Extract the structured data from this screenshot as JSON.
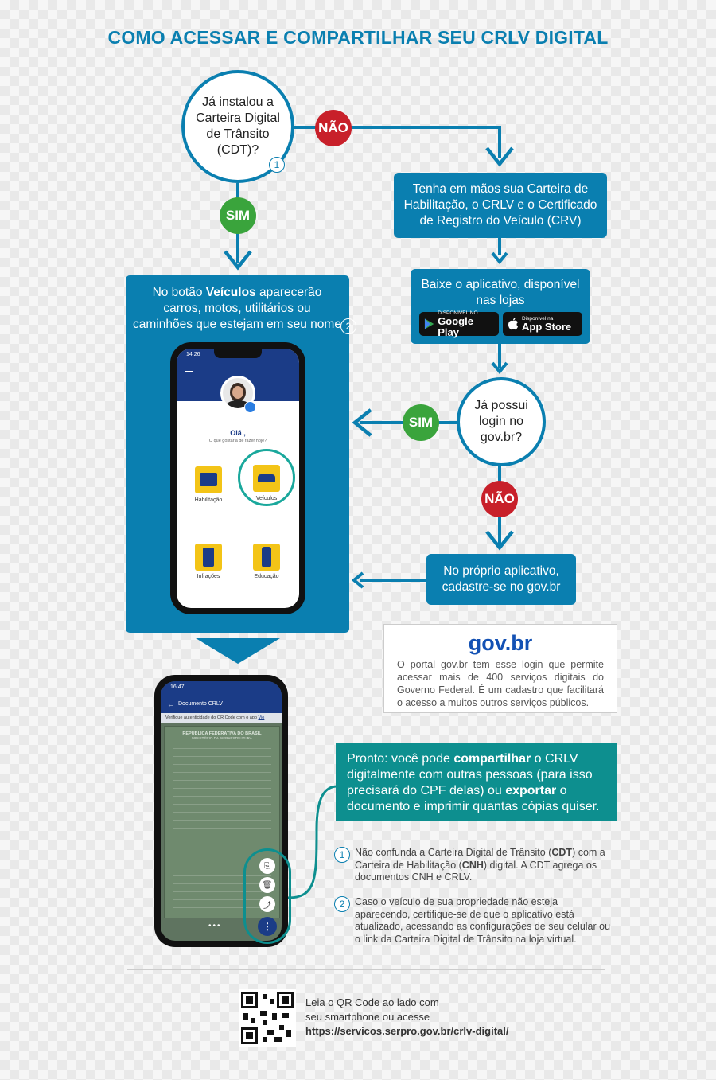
{
  "title": "COMO ACESSAR E COMPARTILHAR SEU CRLV DIGITAL",
  "q1": {
    "text": "Já instalou a Carteira Digital de Trânsito (CDT)?",
    "num": "1"
  },
  "q2": {
    "text": "Já possui login no gov.br?"
  },
  "badges": {
    "nao": "NÃO",
    "sim": "SIM"
  },
  "box_docs": "Tenha em mãos sua Carteira de Habilitação, o CRLV e o Certificado de Registro do Veículo (CRV)",
  "box_app": "Baixe o aplicativo, disponível nas lojas",
  "stores": {
    "google_small": "DISPONÍVEL NO",
    "google_big": "Google Play",
    "apple_small": "Disponível na",
    "apple_big": "App Store"
  },
  "box_vehicles": {
    "pre": "No botão ",
    "bold": "Veículos",
    "post": " aparecerão carros, motos, utilitários ou caminhões que estejam em seu nome",
    "num": "2"
  },
  "box_register": "No próprio aplicativo, cadastre-se no gov.br",
  "govbr": {
    "logo": "gov.br",
    "text": "O portal gov.br tem esse login que permite acessar mais de 400 serviços digitais do Governo Federal. É um cadastro que facilitará o acesso a muitos outros serviços públicos."
  },
  "phone1": {
    "time": "14:26",
    "greeting": "Olá ,",
    "subgreeting": "O que gostaria de fazer hoje?",
    "tiles": [
      "Habilitação",
      "Veículos",
      "Infrações",
      "Educação"
    ]
  },
  "phone2": {
    "time": "16:47",
    "header": "Documento CRLV",
    "banner": "Verifique autenticidade do QR Code com o app",
    "banner_link": "Vio",
    "doc_title": "REPÚBLICA FEDERATIVA DO BRASIL",
    "doc_sub": "MINISTÉRIO DA INFRAESTRUTURA"
  },
  "share_box": {
    "a": "Pronto: você pode ",
    "b": "compartilhar",
    "c": " o CRLV digitalmente com outras pessoas (para isso precisará do CPF delas) ou ",
    "d": "exportar",
    "e": " o documento e imprimir quantas cópias quiser."
  },
  "note1": {
    "num": "1",
    "a": "Não confunda a Carteira Digital de Trânsito (",
    "b": "CDT",
    "c": ") com a Carteira de Habilitação (",
    "d": "CNH",
    "e": ") digital. A CDT agrega os documentos CNH e CRLV."
  },
  "note2": {
    "num": "2",
    "text": "Caso o veículo de sua propriedade não esteja aparecendo, certifique-se de que o aplicativo está atualizado, acessando as configurações de seu celular ou o link da Carteira Digital de Trânsito na loja virtual."
  },
  "footer": {
    "line1": "Leia o QR Code ao lado com",
    "line2": "seu smartphone ou acesse",
    "url": "https://servicos.serpro.gov.br/crlv-digital/"
  },
  "colors": {
    "blue": "#0a7fb0",
    "red": "#c8202a",
    "green": "#3aa43c",
    "teal": "#0d8f8f",
    "tile": "#f3c417"
  }
}
